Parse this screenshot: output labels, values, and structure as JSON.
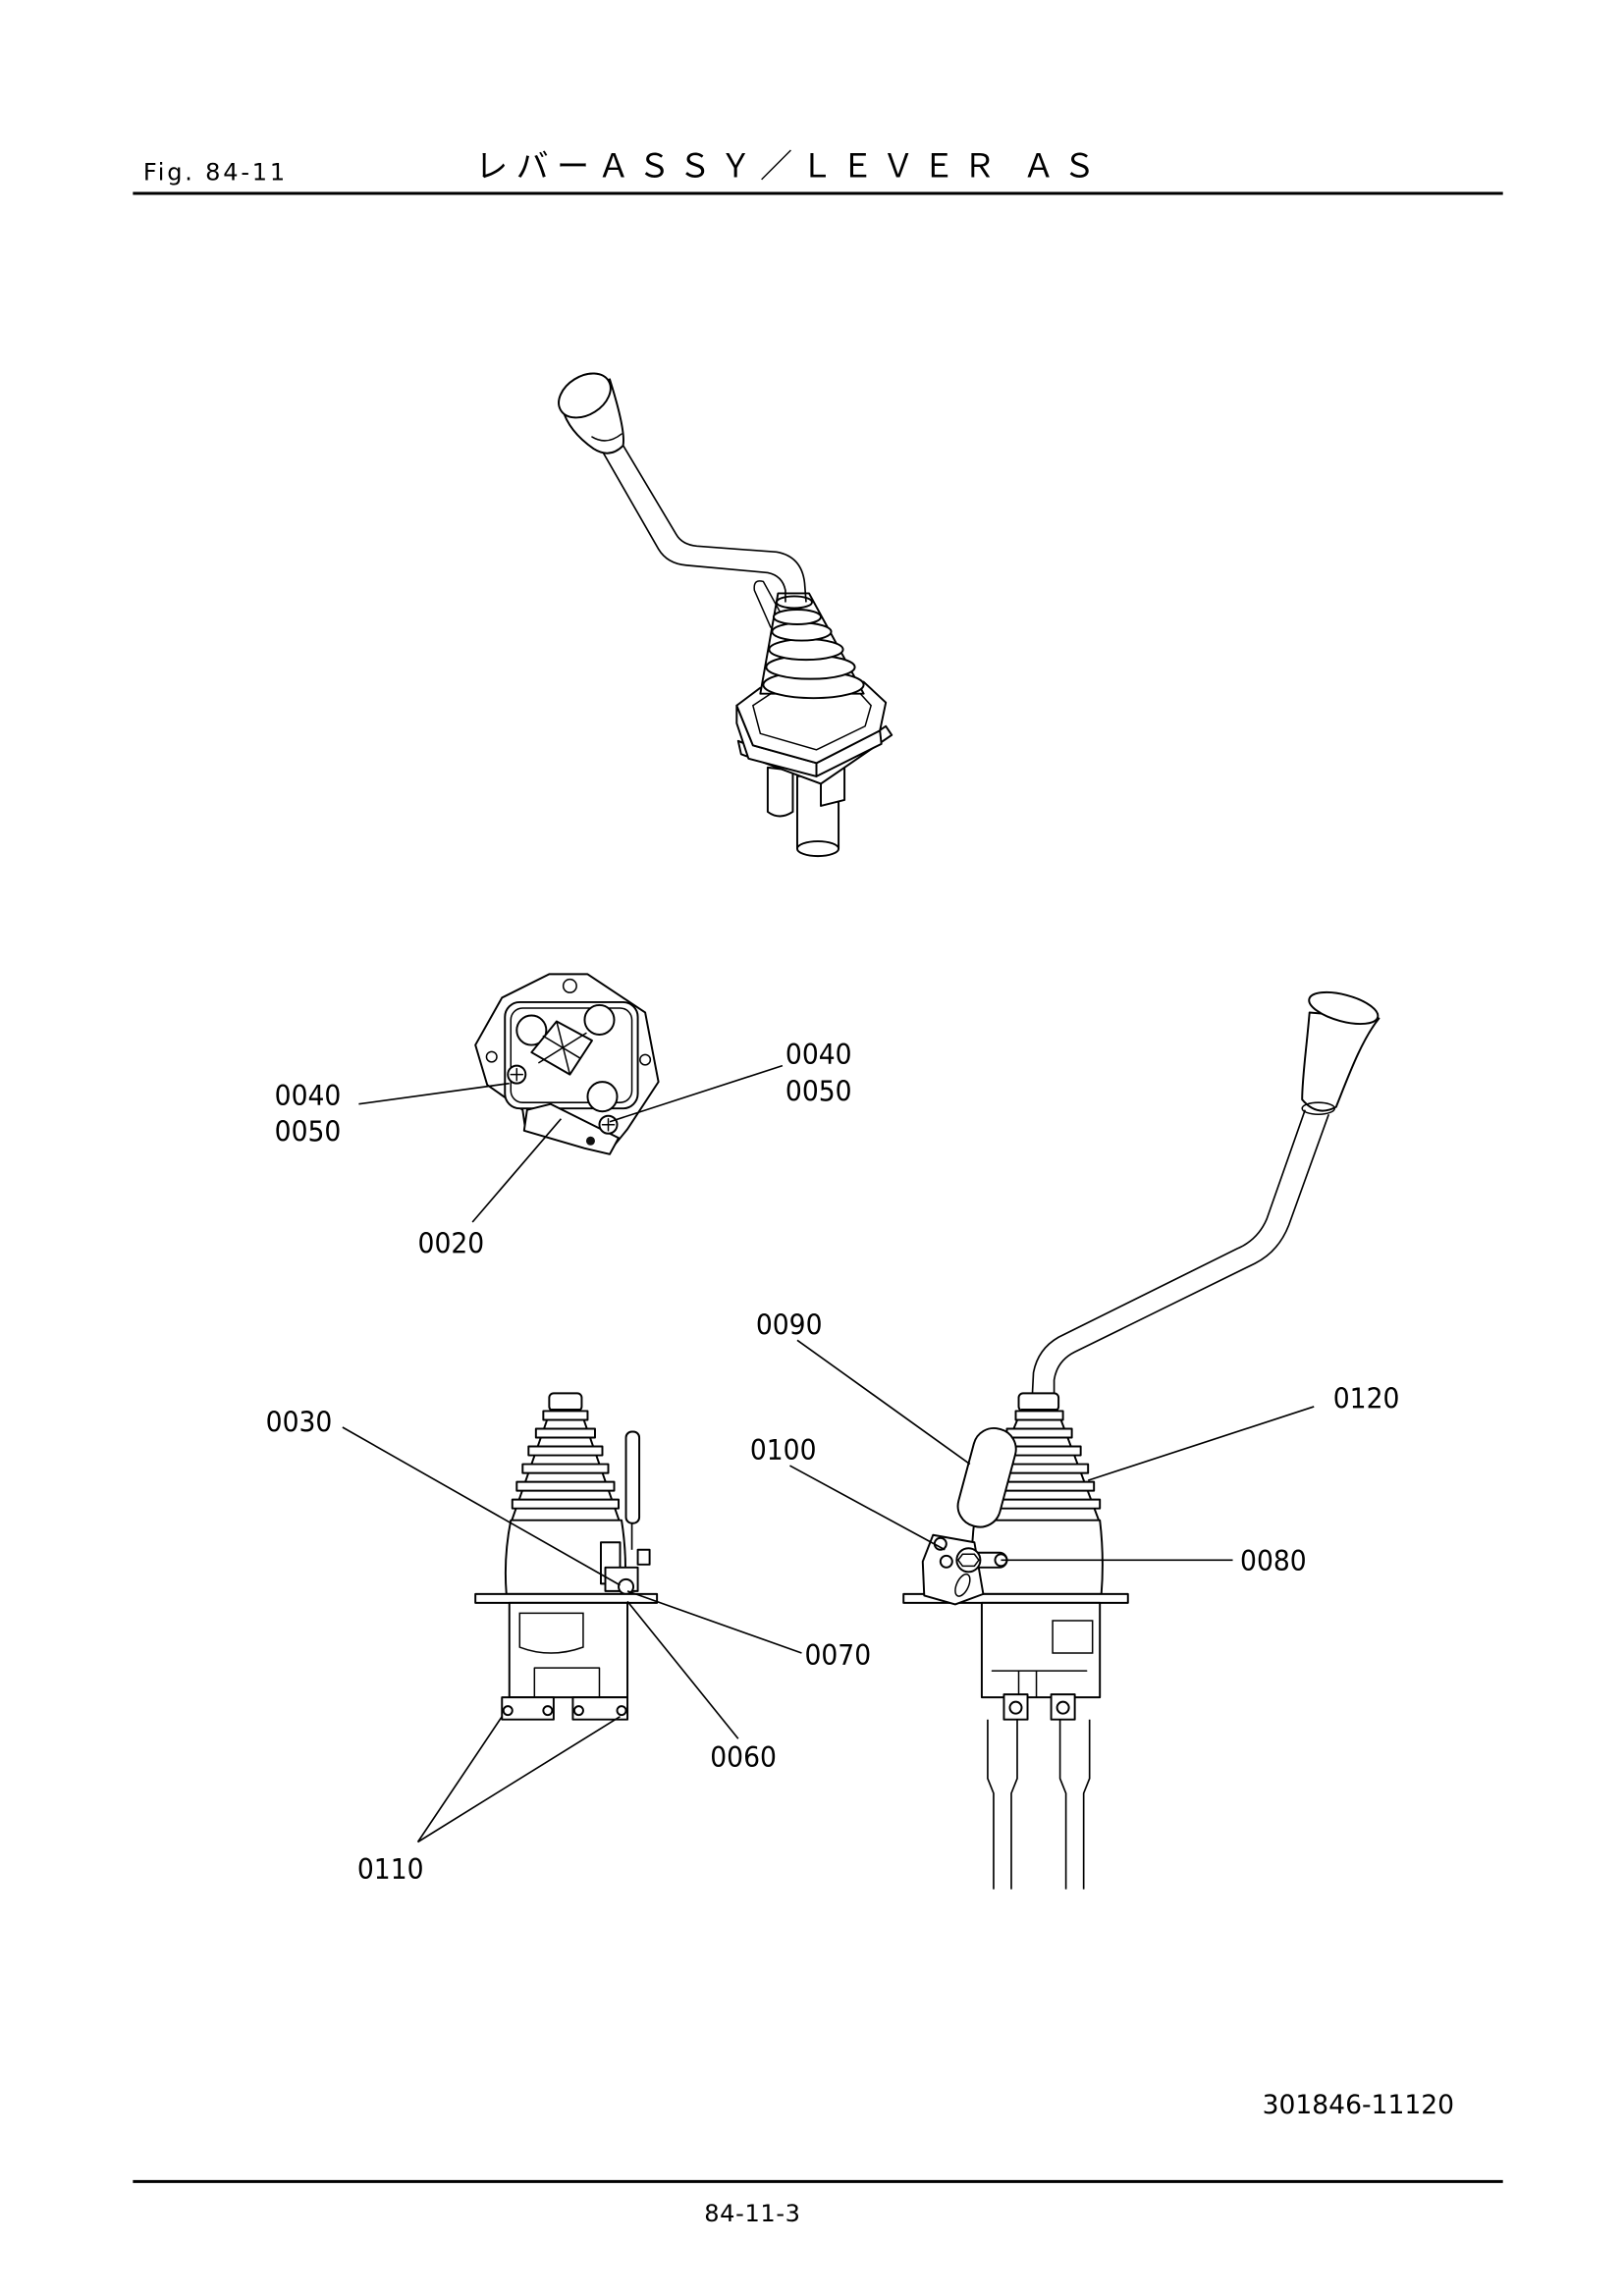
{
  "header": {
    "figure": "Fig. 84-11",
    "title": "レバーＡＳＳＹ／ＬＥＶＥＲ ＡＳ"
  },
  "callouts": [
    "0040",
    "0050",
    "0040",
    "0050",
    "0020",
    "0090",
    "0120",
    "0030",
    "0100",
    "0080",
    "0070",
    "0060",
    "0110"
  ],
  "drawing_number": "301846-11120",
  "page_number": "84-11-3"
}
